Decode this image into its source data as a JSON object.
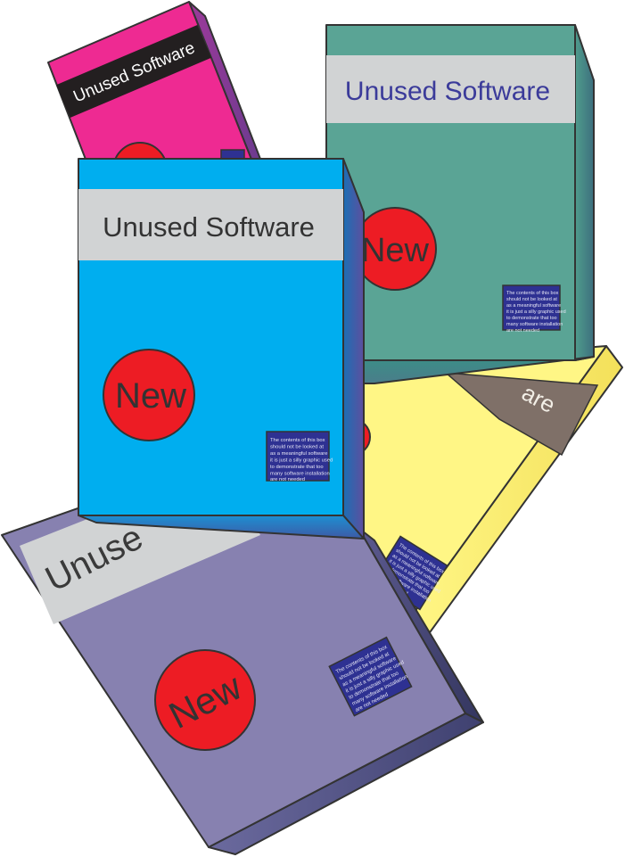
{
  "boxes": {
    "pink": {
      "label": "Unused Software",
      "face_color": "#ee2a92",
      "band_color": "#231f20",
      "label_color": "#ffffff"
    },
    "yellow": {
      "label_visible": "are",
      "face_color": "#fff685",
      "band_color": "#7f7068",
      "label_color": "#f2eee6"
    },
    "teal": {
      "label": "Unused Software",
      "badge": "New",
      "face_color": "#5aa495",
      "band_color": "#d1d3d4",
      "label_color": "#3b3b9a"
    },
    "purple": {
      "label_visible": "Unuse",
      "badge": "New",
      "face_color": "#8781b0",
      "band_color": "#d1d3d4",
      "label_color": "#3a3a3a"
    },
    "blue": {
      "label": "Unused Software",
      "badge": "New",
      "face_color": "#00aeef",
      "band_color": "#d1d3d4",
      "label_color": "#333333"
    }
  },
  "note_lines": [
    "The contents of this box",
    "should not be looked at",
    "as a meaningful software",
    "it is just a silly graphic used",
    "to demonstrate that too",
    "many software installation",
    "are not needed"
  ],
  "colors": {
    "badge_red": "#ed1c24",
    "badge_text": "#333333",
    "note_bg": "#2e3192",
    "outline": "#333333"
  }
}
